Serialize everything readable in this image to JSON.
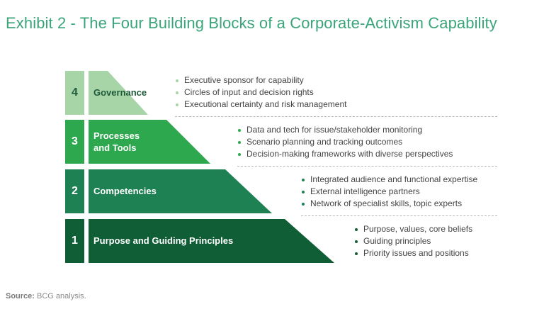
{
  "title": "Exhibit 2 - The Four Building Blocks of a Corporate-Activism Capability",
  "colors": {
    "title": "#3aa57a",
    "level4": "#a8d5a8",
    "level3": "#2ea84f",
    "level2": "#1e8153",
    "level1": "#0f5e36"
  },
  "levels": [
    {
      "number": "4",
      "label": "Governance",
      "bullets": [
        "Executive sponsor for capability",
        "Circles of input and decision rights",
        "Executional certainty and risk management"
      ]
    },
    {
      "number": "3",
      "label": "Processes and Tools",
      "bullets": [
        "Data and tech for issue/stakeholder monitoring",
        "Scenario planning and tracking outcomes",
        "Decision-making frameworks with diverse perspectives"
      ]
    },
    {
      "number": "2",
      "label": "Competencies",
      "bullets": [
        "Integrated audience and functional expertise",
        "External intelligence partners",
        "Network of specialist skills, topic experts"
      ]
    },
    {
      "number": "1",
      "label": "Purpose and Guiding Principles",
      "bullets": [
        "Purpose, values, core beliefs",
        "Guiding principles",
        "Priority issues and positions"
      ]
    }
  ],
  "source": {
    "label": "Source:",
    "text": "BCG analysis."
  }
}
